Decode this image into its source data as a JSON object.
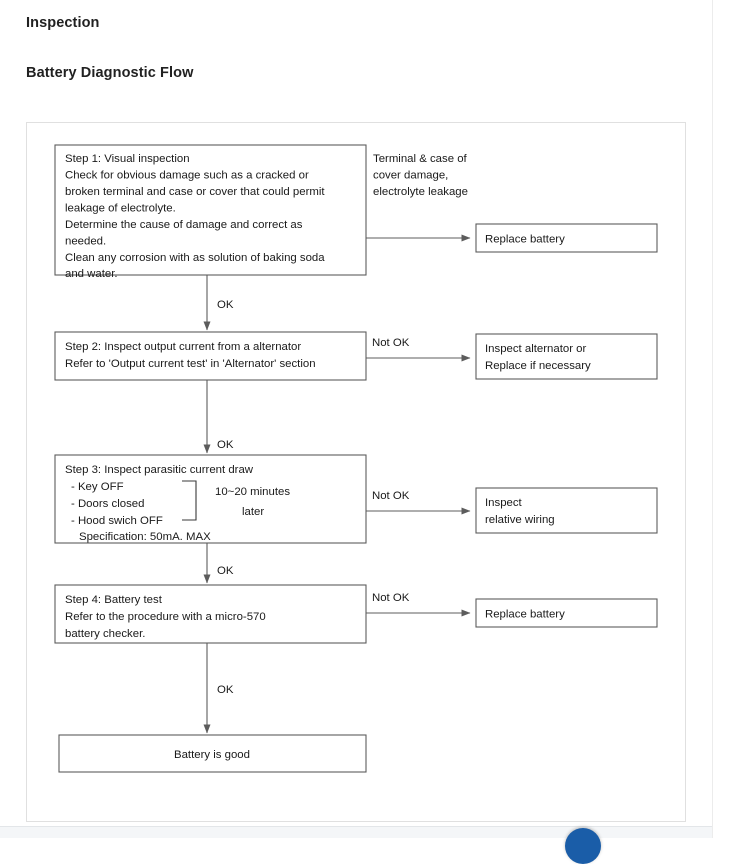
{
  "page": {
    "heading": "Inspection",
    "section_heading": "Battery Diagnostic Flow"
  },
  "colors": {
    "box_border": "#5c5c5c",
    "text": "#1a1a1a",
    "frame_border": "#e0e0e0",
    "fab_blue": "#1a5da8"
  },
  "flow": {
    "step1": {
      "lines": [
        "Step 1: Visual inspection",
        "Check for obvious damage such as a cracked or",
        "broken terminal and case or cover that could permit",
        "leakage of electrolyte.",
        "Determine the cause of damage and correct as",
        "needed.",
        "Clean any corrosion with as solution of baking soda",
        "and water."
      ]
    },
    "step1_annotation": {
      "lines": [
        "Terminal  &  case of",
        "cover damage,",
        "electrolyte leakage"
      ]
    },
    "step1_result": {
      "lines": [
        "Replace battery"
      ]
    },
    "edge_step1_to_step2": "OK",
    "step2": {
      "lines": [
        "Step 2: Inspect output current from a alternator",
        "Refer to 'Output current test' in 'Alternator' section"
      ]
    },
    "edge_step2_branch": "Not OK",
    "step2_result": {
      "lines": [
        "Inspect alternator or",
        "Replace if necessary"
      ]
    },
    "edge_step2_to_step3": "OK",
    "step3": {
      "title": "Step 3: Inspect parasitic current draw",
      "bullets": [
        "- Key OFF",
        "- Doors closed",
        "- Hood swich OFF"
      ],
      "spec": "Specification: 50mA. MAX",
      "timing": [
        "10~20 minutes",
        "later"
      ]
    },
    "edge_step3_branch": "Not OK",
    "step3_result": {
      "lines": [
        "Inspect",
        "relative wiring"
      ]
    },
    "edge_step3_to_step4": "OK",
    "step4": {
      "lines": [
        "Step 4: Battery test",
        "Refer to the procedure with a micro-570",
        "battery checker."
      ]
    },
    "edge_step4_branch": "Not OK",
    "step4_result": {
      "lines": [
        "Replace battery"
      ]
    },
    "edge_step4_to_end": "OK",
    "end": {
      "lines": [
        "Battery is good"
      ]
    }
  }
}
